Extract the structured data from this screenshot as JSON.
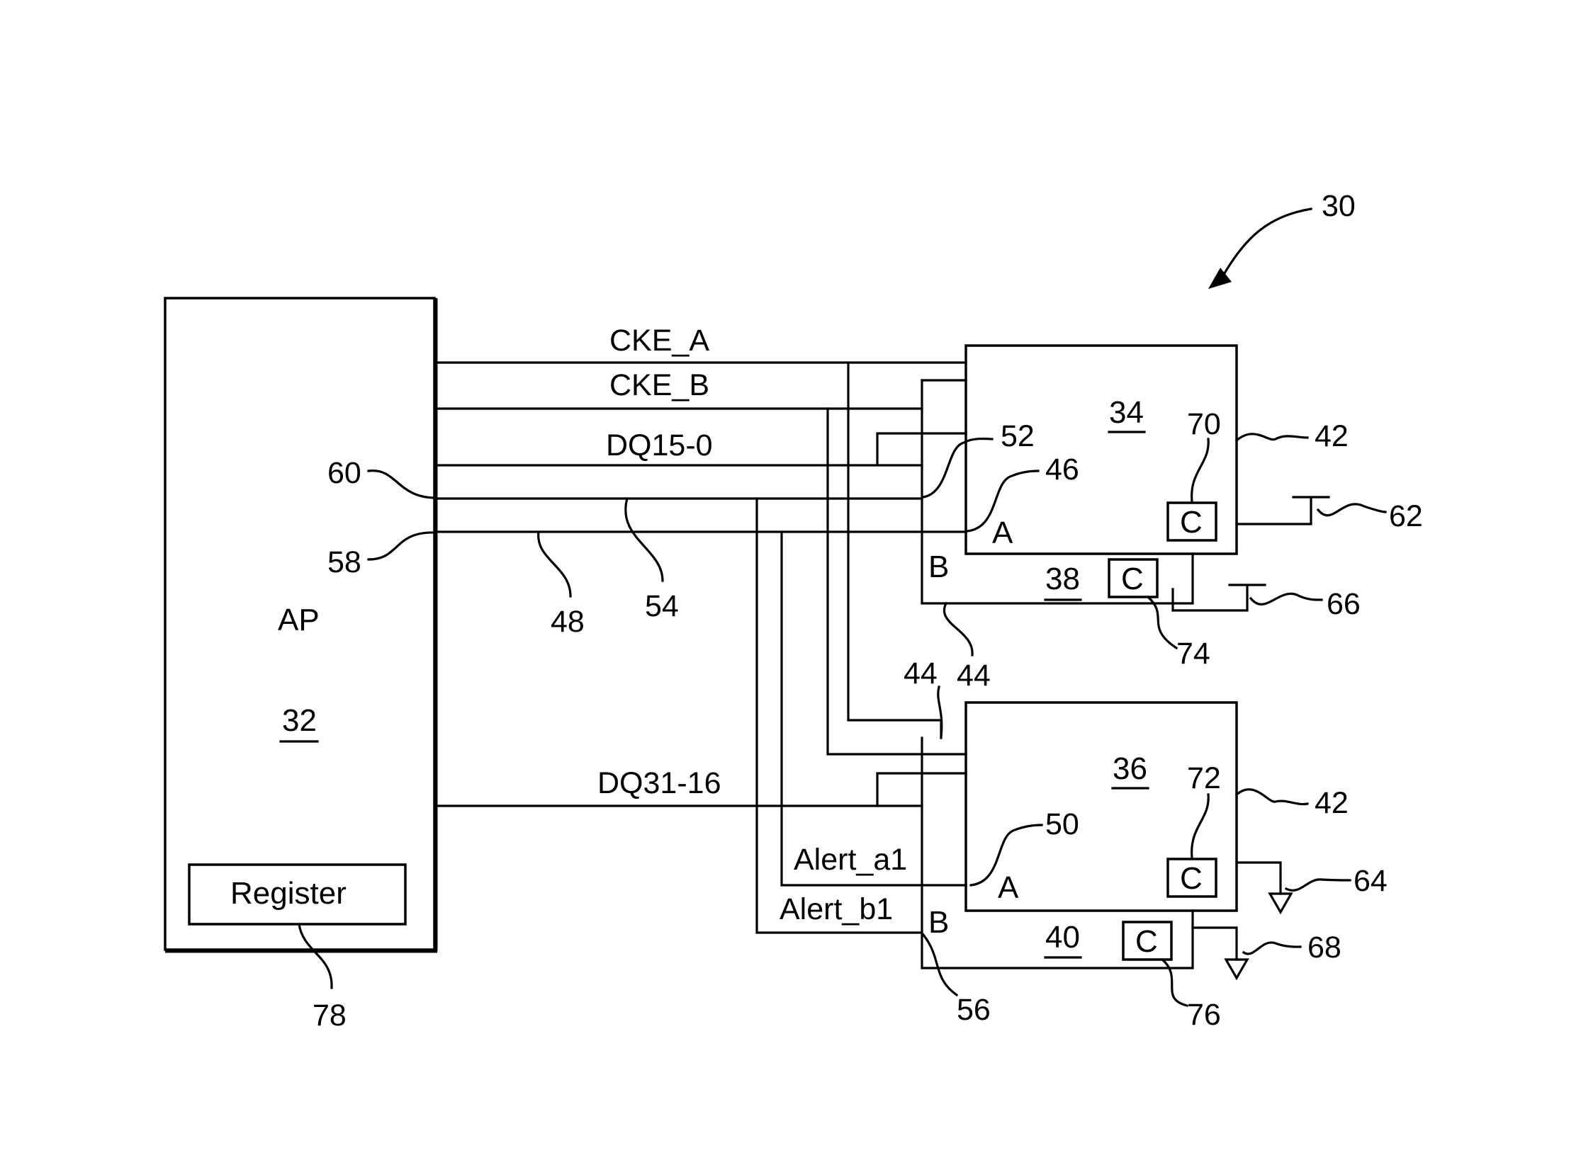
{
  "figure_ref": "30",
  "ap": {
    "label": "AP",
    "number": "32",
    "register_label": "Register",
    "register_ref": "78"
  },
  "signals": {
    "cke_a": "CKE_A",
    "cke_b": "CKE_B",
    "dq15_0": "DQ15-0",
    "dq31_16": "DQ31-16",
    "alert_a1": "Alert_a1",
    "alert_b1": "Alert_b1"
  },
  "devices": {
    "top": {
      "number": "34",
      "sub_number": "38",
      "package_ref": "42",
      "cap_ref": "70",
      "sub_cap_ref": "74",
      "port_a": "A",
      "port_b": "B",
      "cap": "C",
      "sub_cap": "C"
    },
    "bottom": {
      "number": "36",
      "sub_number": "40",
      "package_ref": "42",
      "cap_ref": "72",
      "sub_cap_ref": "76",
      "port_a": "A",
      "port_b": "B",
      "cap": "C",
      "sub_cap": "C"
    }
  },
  "refs": {
    "r44a": "44",
    "r44b": "44",
    "r46": "46",
    "r48": "48",
    "r50": "50",
    "r52": "52",
    "r54": "54",
    "r56": "56",
    "r58": "58",
    "r60": "60",
    "r62": "62",
    "r64": "64",
    "r66": "66",
    "r68": "68"
  }
}
